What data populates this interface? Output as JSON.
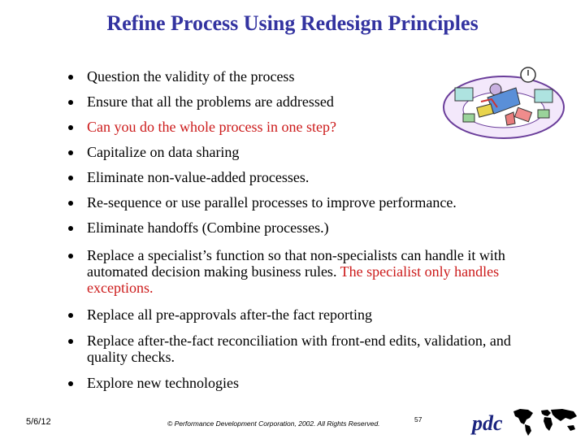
{
  "title": "Refine Process Using Redesign Principles",
  "bullets": [
    {
      "text": "Question the validity of the process",
      "red": ""
    },
    {
      "text": "Ensure that all the problems are addressed",
      "red": ""
    },
    {
      "text": "",
      "red": "Can you do the whole process in one step?"
    },
    {
      "text": "Capitalize on data sharing",
      "red": ""
    },
    {
      "text": "Eliminate non-value-added processes.",
      "red": ""
    },
    {
      "text": "Re-sequence or use parallel processes to improve performance.",
      "red": ""
    },
    {
      "text": "Eliminate handoffs (Combine processes.)",
      "red": ""
    },
    {
      "text": "Replace a specialist’s function so that non-specialists can handle it with automated decision making business rules. ",
      "red": "The specialist only handles exceptions."
    },
    {
      "text": "Replace all pre-approvals after-the fact reporting",
      "red": ""
    },
    {
      "text": "Replace after-the-fact reconciliation with front-end edits, validation, and quality checks.",
      "red": ""
    },
    {
      "text": "Explore new technologies",
      "red": ""
    }
  ],
  "footer": {
    "date": "5/6/12",
    "copyright": "© Performance Development Corporation, 2002. All Rights Reserved.",
    "page": "57",
    "logo": "pdc"
  },
  "icons": {
    "clipart": "meeting-clipart-icon",
    "world_map": "world-map-icon"
  }
}
